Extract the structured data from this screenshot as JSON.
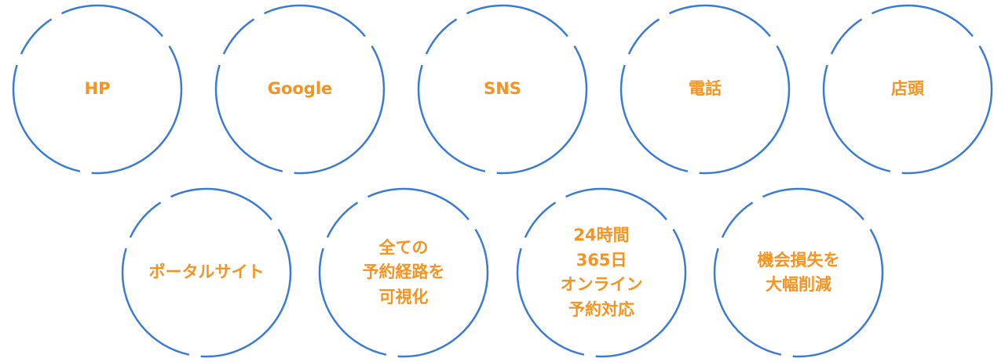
{
  "colors": {
    "ring": "#3a7bd5",
    "text": "#f7931e"
  },
  "top_row": [
    {
      "label": "HP"
    },
    {
      "label": "Google"
    },
    {
      "label": "SNS"
    },
    {
      "label": "電話"
    },
    {
      "label": "店頭"
    }
  ],
  "bottom_row": [
    {
      "label": "ポータルサイト"
    },
    {
      "label": "全ての\n予約経路を\n可視化"
    },
    {
      "label": "24時間\n365日\nオンライン\n予約対応"
    },
    {
      "label": "機会損失を\n大幅削減"
    }
  ]
}
